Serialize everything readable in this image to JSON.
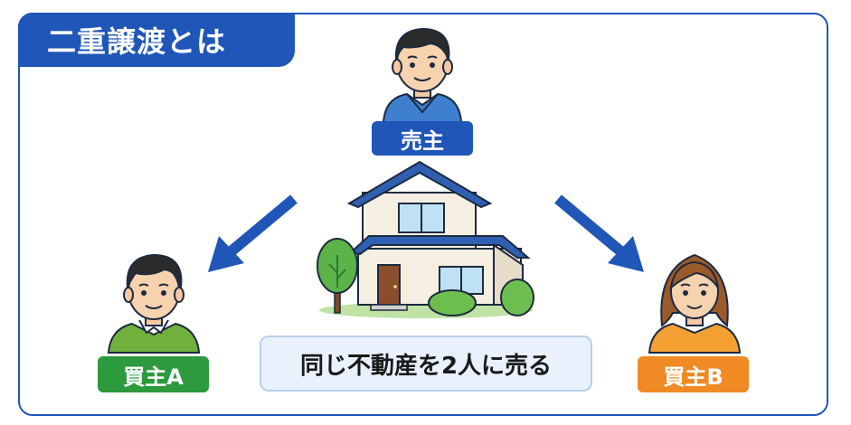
{
  "title": "二重譲渡とは",
  "seller": {
    "label": "売主"
  },
  "buyer_a": {
    "label": "買主A"
  },
  "buyer_b": {
    "label": "買主B"
  },
  "caption": "同じ不動産を2人に売る",
  "colors": {
    "primary": "#1f56b8",
    "buyer_a": "#2e9a3e",
    "buyer_b": "#f08a24",
    "caption_bg": "#e8f1fc"
  },
  "icons": [
    "seller-person-icon",
    "house-icon",
    "tree-icon",
    "bush-icon",
    "arrow-left-down-icon",
    "arrow-right-down-icon",
    "buyer-a-person-icon",
    "buyer-b-person-icon"
  ]
}
